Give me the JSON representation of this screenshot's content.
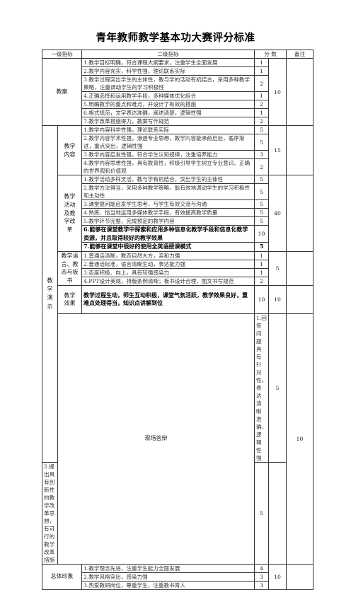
{
  "title": "青年教师教学基本功大赛评分标准",
  "headers": {
    "level1": "一级指标",
    "level2": "二级指标",
    "score": "分  数",
    "remark": "备注"
  },
  "teaching_plan": {
    "label": "教案",
    "total": "10",
    "items": [
      {
        "text": "1.教学目标明确，符合课程大纲要求，注重学生全面发展",
        "score": "1"
      },
      {
        "text": "2.教学内容充实，科学性强，理论联系实际",
        "score": "1"
      },
      {
        "text": "3.教学过程突出学生的主体性，教与学的活动有机结合，采用多种教学策略，注重调动学生的学习积极性",
        "score": "2"
      },
      {
        "text": "4.正确选择和运用教学手段，多种媒体优化组合",
        "score": "1"
      },
      {
        "text": "5.明确教学的重点和难点，并设计了有效的措施",
        "score": "2"
      },
      {
        "text": "6.格式规范，文字表达准确，阐述清楚，逻辑性强",
        "score": "1"
      },
      {
        "text": "7.教学改革措施得力，教案写作规范",
        "score": "2"
      }
    ]
  },
  "demo": {
    "label": "教学演示",
    "content": {
      "label": "教学内容",
      "total": "15",
      "items": [
        {
          "text": "1.教学内容科学性强，理论联系实际",
          "score": "5"
        },
        {
          "text": "2.教学内容学术性强，渗透专业思想，教学内容能承前启后，循序渐进，重点突出，逻辑性强",
          "score": "5"
        },
        {
          "text": "3.教学内容启发性强，符合学生认知规律，注重培养能力",
          "score": "3"
        },
        {
          "text": "4.教学内容思想性强，具有教育性，积极引导学生树立专业意识、正确的世界观和价值观",
          "score": "2"
        }
      ]
    },
    "activity": {
      "label": "教学活动及教学改革",
      "total": "40",
      "items": [
        {
          "text": "1.教学活动多样灵活，教与学有机结合，突出学生的主体性",
          "score": "5"
        },
        {
          "text": "2.教学方法得当，采用多种教学策略，能有效地调动学生的学习积极性和主动性",
          "score": "5"
        },
        {
          "text": "3.课堂提问能启发学生思考，与学生有效交流与沟通",
          "score": "5"
        },
        {
          "text": "4.熟练、恰当地运用多媒体教学手段，有效提高教学质量",
          "score": "5"
        },
        {
          "text": "5.教学环节完整，完成预定的教学内容",
          "score": "5"
        },
        {
          "text": "6.能够在课堂教学中探索和应用多种信息化教学手段和信息化教学资源，并且取得较好的教学效果",
          "score": "10"
        },
        {
          "text": "7.能够在课堂中很好的使用全英语授课模式",
          "score": "5"
        }
      ]
    },
    "language": {
      "label": "教学语言、教态与板书",
      "total": "5",
      "items": [
        {
          "text": "1.普通话清晰，教态自然大方，亲和力强",
          "score": "1"
        },
        {
          "text": "2.普通话标准，语言清晰生动，表达能力强",
          "score": "1"
        },
        {
          "text": "3.态度积极、向上，具有较强感染力",
          "score": "1"
        },
        {
          "text": "4.PPT设计美观，排版条例清晰；板书设计合理，图文书写规范",
          "score": "2"
        }
      ]
    },
    "effect": {
      "label": "教学效果",
      "text": "教学过程生动，师生互动积极，课堂气氛活跃，教学效果良好，重难点处理得当，知识点讲解到位",
      "score": "10",
      "total": "10"
    }
  },
  "qa": {
    "label": "现场答辩",
    "total": "10",
    "items": [
      {
        "text": "1.回答问题具有针对性，表达清晰准确，逻辑性强",
        "score": "5"
      },
      {
        "text": "2.提出具有创新性的教学改革思想，有可行的教学改革措施",
        "score": "5"
      }
    ]
  },
  "impression": {
    "label": "总体印象",
    "total": "10",
    "items": [
      {
        "text": "1.教学理念先进，注重学生能力全面发展",
        "score": "4"
      },
      {
        "text": "2.教学风格突出，感染力强",
        "score": "3"
      },
      {
        "text": "3.热爱教研岗位，尊重学生，注重教书育人",
        "score": "3"
      }
    ]
  }
}
